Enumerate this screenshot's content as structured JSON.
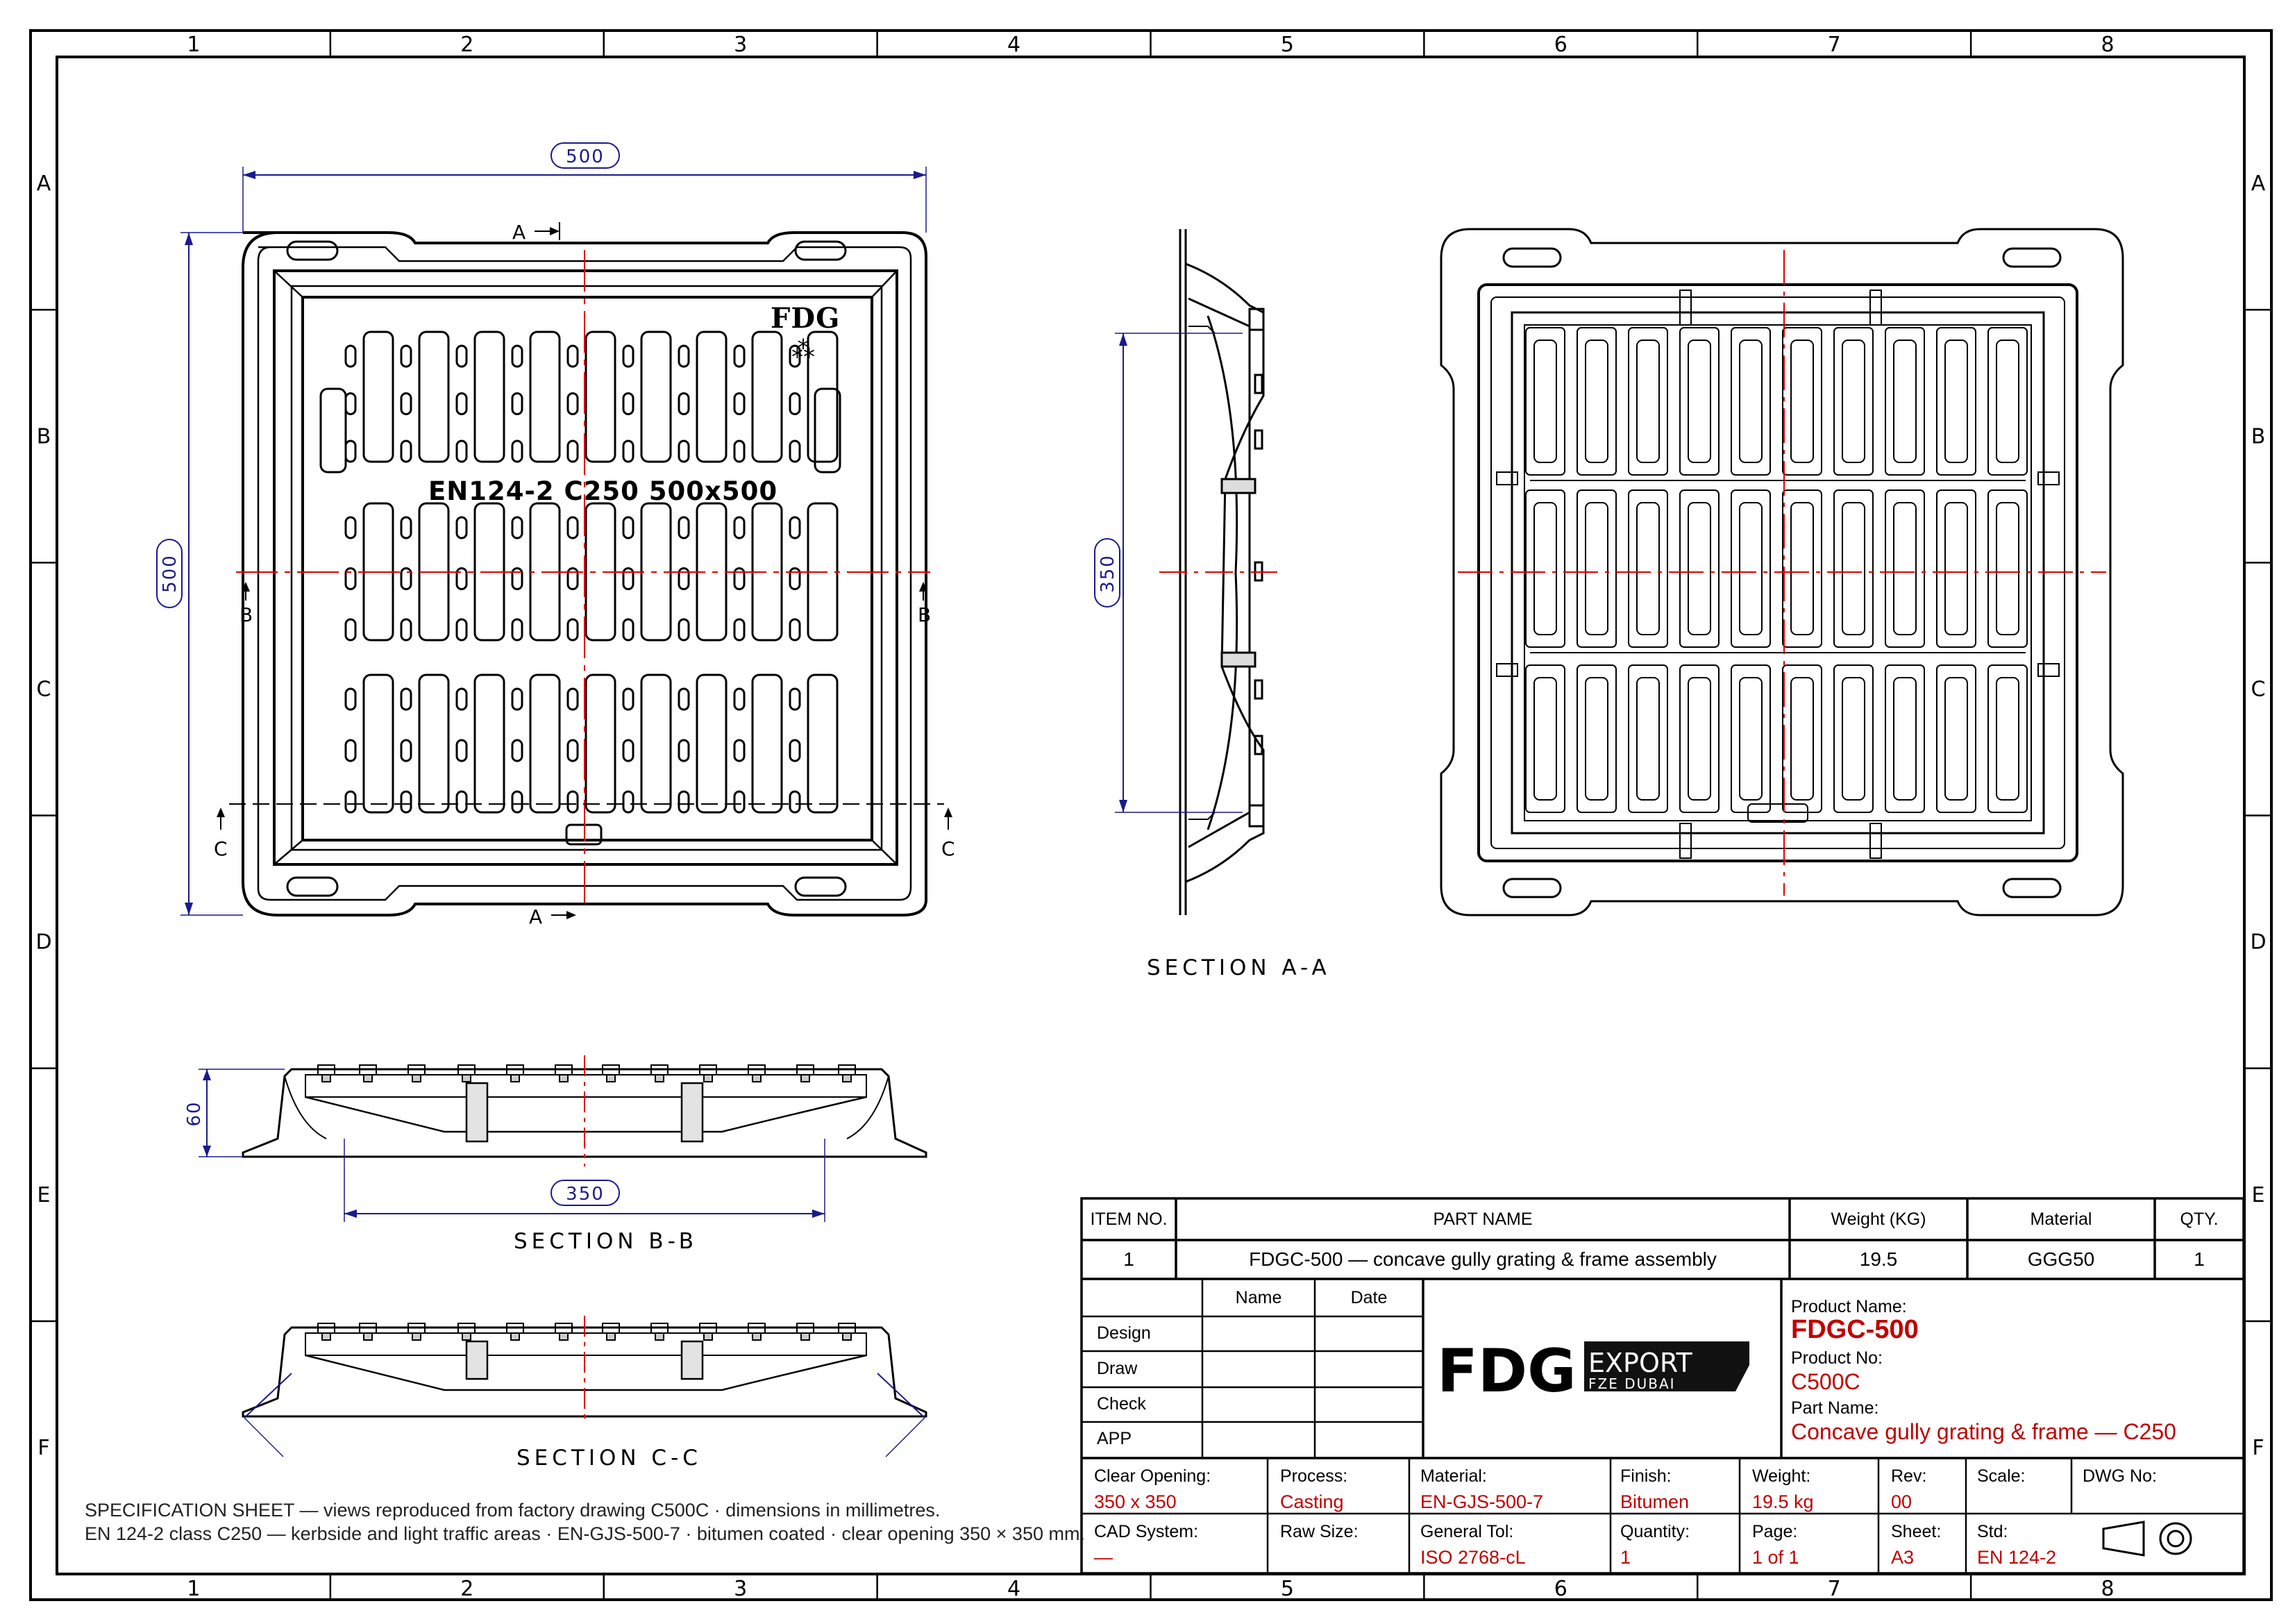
{
  "grid": {
    "columns": [
      "1",
      "2",
      "3",
      "4",
      "5",
      "6",
      "7",
      "8"
    ],
    "rows": [
      "A",
      "B",
      "C",
      "D",
      "E",
      "F"
    ]
  },
  "views": {
    "plan": {
      "dim_width": "500",
      "dim_height": "500",
      "cast_text": "EN124-2 C250 500x500",
      "logo_mark": "FDG",
      "cut_a": "A",
      "cut_b": "B",
      "cut_c": "C"
    },
    "section_aa": {
      "label": "SECTION A-A",
      "dim": "350"
    },
    "section_bb": {
      "label": "SECTION B-B",
      "dim_height": "60",
      "dim_opening": "350"
    },
    "section_cc": {
      "label": "SECTION C-C"
    }
  },
  "notes": [
    "SPECIFICATION SHEET — views reproduced from factory drawing C500C · dimensions in millimetres.",
    "EN 124-2 class C250 — kerbside and light traffic areas · EN-GJS-500-7 · bitumen coated · clear opening 350 × 350 mm."
  ],
  "title_block": {
    "parts_headers": [
      "ITEM NO.",
      "PART NAME",
      "Weight (KG)",
      "Material",
      "QTY."
    ],
    "parts_rows": [
      [
        "1",
        "FDGC-500 — concave gully grating & frame assembly",
        "19.5",
        "GGG50",
        "1"
      ]
    ],
    "approval_headers": [
      "Name",
      "Date"
    ],
    "approval_rows": [
      "Design",
      "Draw",
      "Check",
      "APP"
    ],
    "company": {
      "mark": "FDG",
      "name": "EXPORT",
      "sub": "FZE DUBAI"
    },
    "product_name_label": "Product Name:",
    "product_name": "FDGC-500",
    "product_no_label": "Product No:",
    "product_no": "C500C",
    "part_name_label": "Part Name:",
    "part_name": "Concave gully grating & frame — C250",
    "fields_row1": [
      {
        "label": "Clear Opening:",
        "value": "350 x 350"
      },
      {
        "label": "Process:",
        "value": "Casting"
      },
      {
        "label": "Material:",
        "value": "EN-GJS-500-7"
      },
      {
        "label": "Finish:",
        "value": "Bitumen"
      },
      {
        "label": "Weight:",
        "value": "19.5 kg"
      },
      {
        "label": "Rev:",
        "value": "00"
      },
      {
        "label": "Scale:",
        "value": ""
      },
      {
        "label": "DWG No:",
        "value": ""
      }
    ],
    "fields_row2": [
      {
        "label": "CAD System:",
        "value": "—"
      },
      {
        "label": "Raw Size:",
        "value": ""
      },
      {
        "label": "General Tol:",
        "value": "ISO 2768-cL"
      },
      {
        "label": "Quantity:",
        "value": "1"
      },
      {
        "label": "Page:",
        "value": "1 of 1"
      },
      {
        "label": "Sheet:",
        "value": "A3"
      },
      {
        "label": "Std:",
        "value": "EN 124-2"
      }
    ],
    "projection_icon": "third-angle-projection-icon"
  }
}
